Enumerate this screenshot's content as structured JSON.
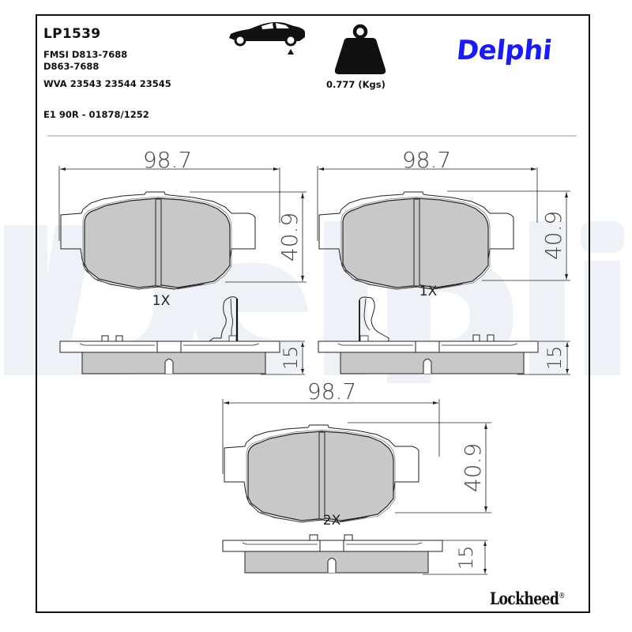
{
  "header": {
    "part_number": "LP1539",
    "fmsi_line1": "FMSI D813-7688",
    "fmsi_line2": "D863-7688",
    "wva_line": "WVA 23543 23544 23545",
    "ece_approval": "E1 90R - 01878/1252",
    "weight_label": "0.777 (Kgs)",
    "icons": {
      "vehicle": "car-rear-axle-icon",
      "weight": "weight-icon"
    }
  },
  "brands": {
    "primary": "Delphi",
    "primary_color": "#1a1aff",
    "secondary": "Lockheed",
    "secondary_mark": "®",
    "watermark": "Delphi",
    "watermark_color": "#eef1f6"
  },
  "drawings": [
    {
      "id": "pad-a",
      "width_dim": "98.7",
      "height_dim": "40.9",
      "thickness_dim": "15",
      "quantity": "1X",
      "clip_side": "right"
    },
    {
      "id": "pad-b",
      "width_dim": "98.7",
      "height_dim": "40.9",
      "thickness_dim": "15",
      "quantity": "1X",
      "clip_side": "left"
    },
    {
      "id": "pad-c",
      "width_dim": "98.7",
      "height_dim": "40.9",
      "thickness_dim": "15",
      "quantity": "2X",
      "clip_side": "none"
    }
  ],
  "colors": {
    "friction_material": "#c8c8c8",
    "outline": "#222222",
    "frame": "#111111"
  }
}
